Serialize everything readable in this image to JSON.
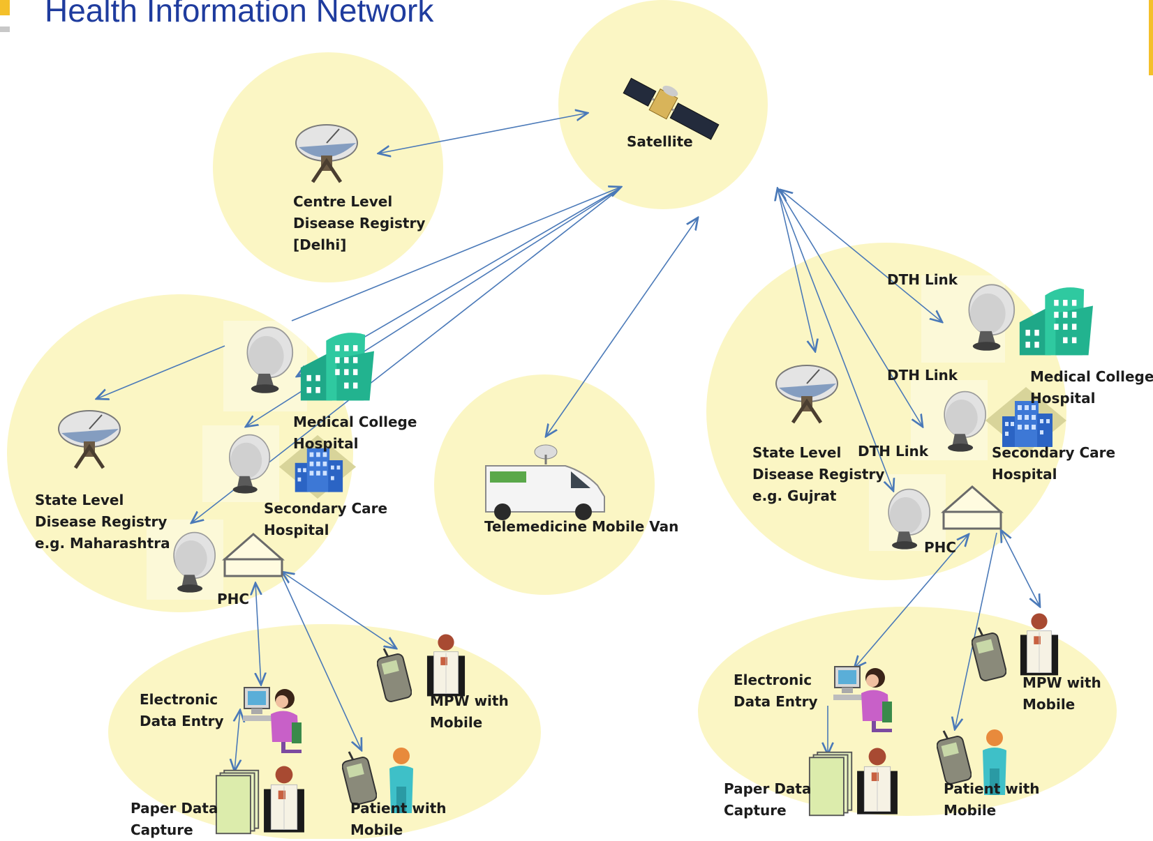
{
  "title": "Health Information Network",
  "colors": {
    "zone": "#fbf6c4",
    "link": "#4a79b8",
    "title": "#1f3c9e",
    "building": "#2fc9a0",
    "hospital": "#3d78d6"
  },
  "labels": {
    "satellite": "Satellite",
    "centre_registry": "Centre Level\nDisease Registry\n[Delhi]",
    "telemedicine_van": "Telemedicine Mobile Van",
    "left": {
      "medical_college": "Medical College\nHospital",
      "secondary_care": "Secondary Care\nHospital",
      "state_registry": "State Level\nDisease Registry\ne.g. Maharashtra",
      "phc": "PHC",
      "electronic_entry": "Electronic\nData Entry",
      "paper_capture": "Paper Data\nCapture",
      "mpw_mobile": "MPW with\nMobile",
      "patient_mobile": "Patient with\nMobile"
    },
    "right": {
      "dth_link_1": "DTH Link",
      "dth_link_2": "DTH Link",
      "dth_link_3": "DTH Link",
      "medical_college": "Medical College\nHospital",
      "secondary_care": "Secondary Care\nHospital",
      "state_registry": "State Level\nDisease Registry\ne.g. Gujrat",
      "phc": "PHC",
      "electronic_entry": "Electronic\nData Entry",
      "paper_capture": "Paper Data\nCapture",
      "mpw_mobile": "MPW with\nMobile",
      "patient_mobile": "Patient with\nMobile"
    }
  },
  "icons": [
    "satellite-icon",
    "dish-antenna-icon",
    "hospital-building-icon",
    "secondary-hospital-icon",
    "phc-house-icon",
    "van-icon",
    "computer-operator-icon",
    "paper-stack-icon",
    "doctor-icon",
    "mobile-phone-icon",
    "patient-icon"
  ]
}
